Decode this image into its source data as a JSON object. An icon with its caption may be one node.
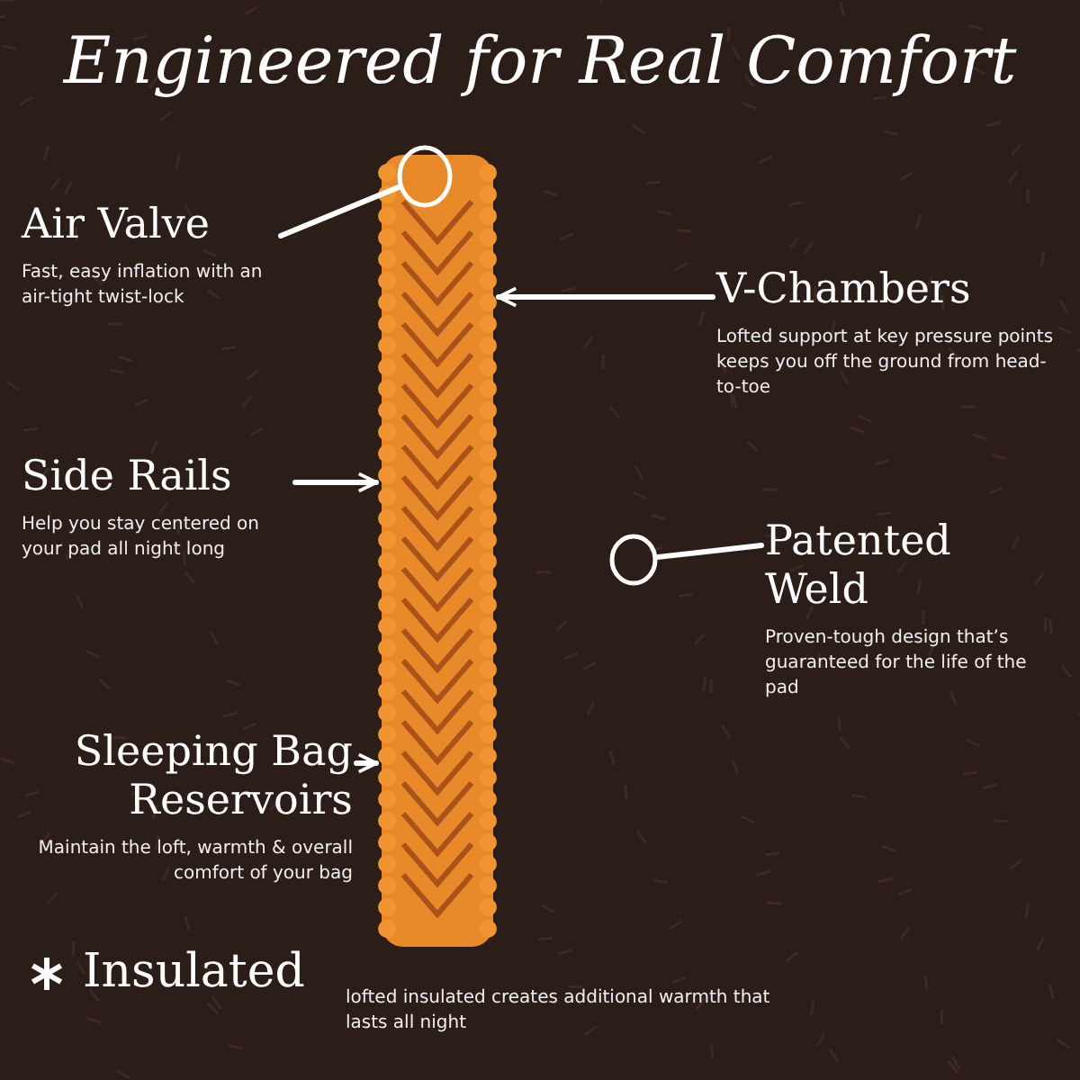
{
  "diagram": {
    "title": "Engineered for Real Comfort",
    "nodes": [
      {
        "text": [
          "Air Valve",
          "Fast, easy inflation with an air-tight twist-lock"
        ]
      },
      {
        "text": [],
        "shape": "circle"
      },
      {
        "text": [
          "V-Chambers",
          "Lofted support at key pressure points keeps you off the ground from head-to-toe"
        ]
      },
      {
        "text": [
          "Side Rails",
          "Help you stay centered on your pad all night long"
        ]
      },
      {
        "text": [
          "Patented Weld",
          "Proven-tough design that’s guaranteed for the life of the pad"
        ]
      },
      {
        "text": [],
        "shape": "circle"
      },
      {
        "text": [
          "Sleeping Bag Reservoirs",
          "Maintain the loft, warmth & overall comfort of your bag"
        ]
      },
      {
        "text": [],
        "shape": "picture"
      }
    ],
    "edges": [
      {
        "from": 0,
        "to": 1,
        "arrow": "none"
      },
      {
        "from": 2,
        "to": 7,
        "arrow": "to"
      },
      {
        "from": 3,
        "to": 7,
        "arrow": "to"
      },
      {
        "from": 4,
        "to": 5,
        "arrow": "none"
      },
      {
        "from": 6,
        "to": 7,
        "arrow": "to"
      }
    ],
    "labels": [
      "Insulated",
      "lofted insulated creates additional warmth that lasts all night"
    ]
  }
}
